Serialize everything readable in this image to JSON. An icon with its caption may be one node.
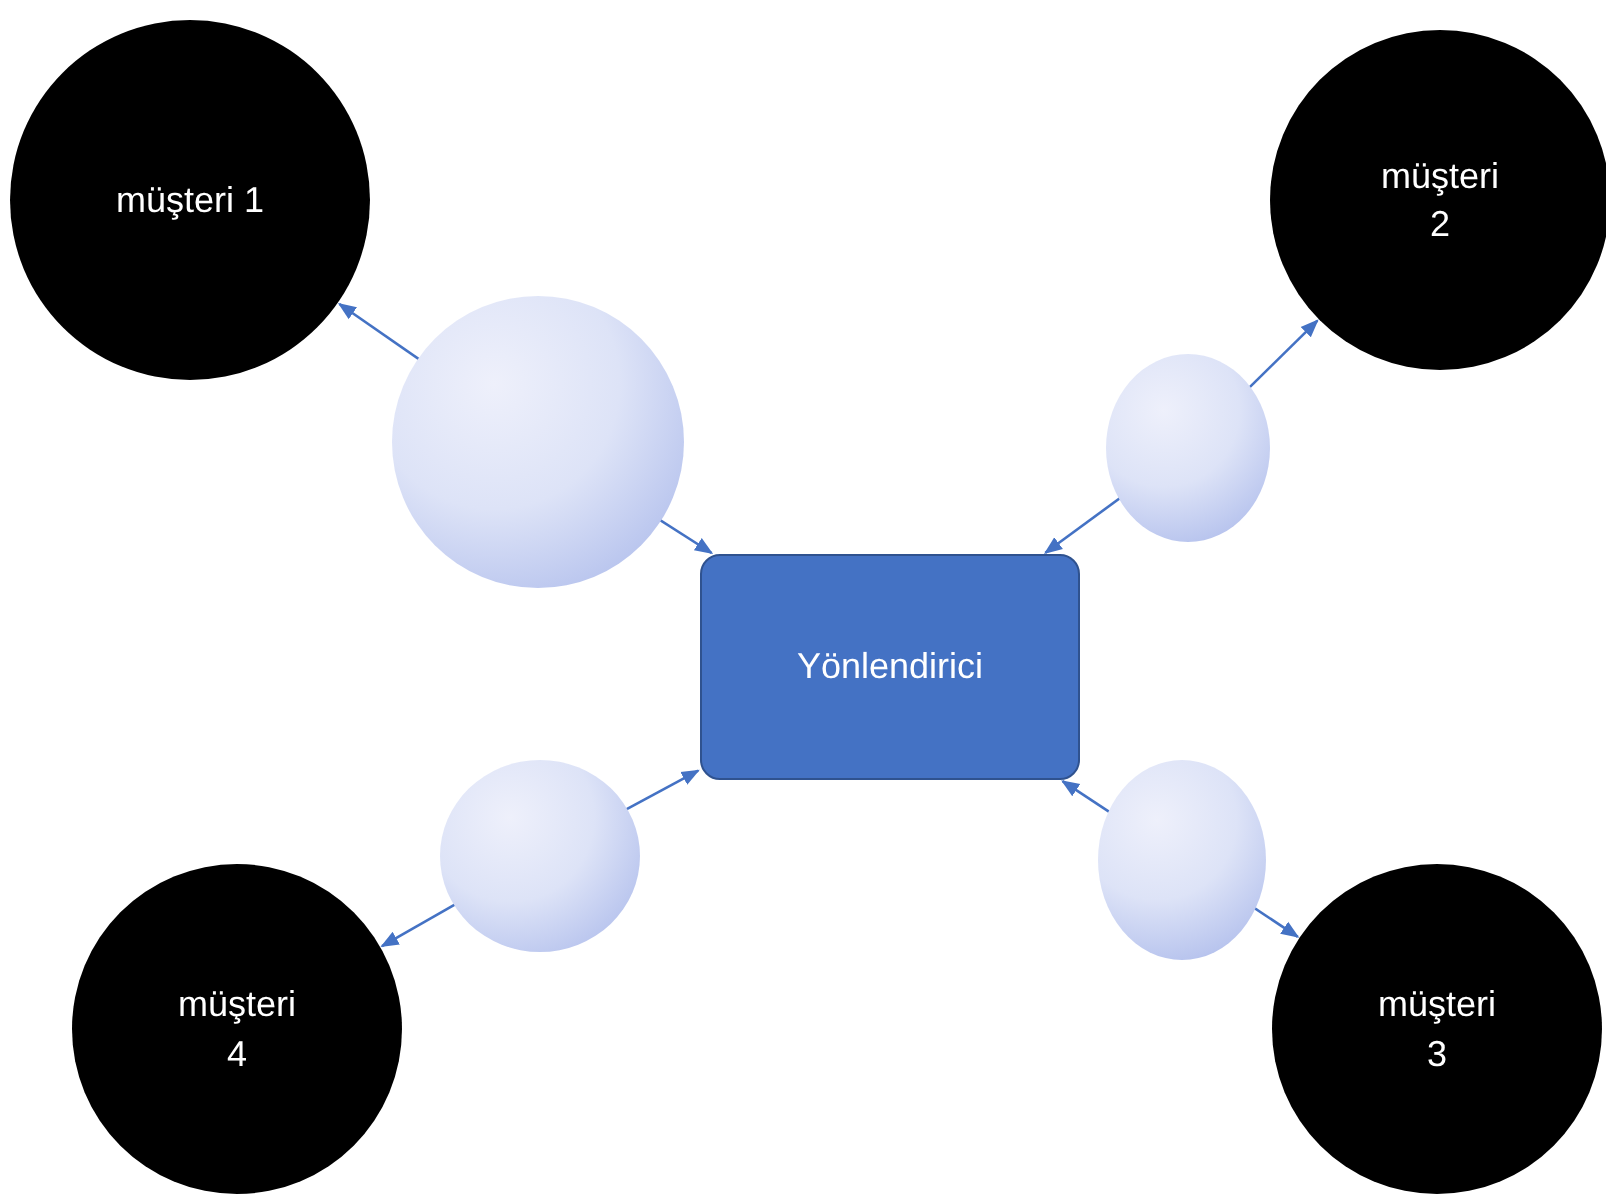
{
  "diagram": {
    "nodes": [
      {
        "text": [
          "müşteri 1"
        ]
      },
      {
        "text": [
          "müşteri 2"
        ]
      },
      {
        "text": [],
        "shape": "circle"
      },
      {
        "text": [],
        "shape": "circle"
      },
      {
        "text": [
          "Yönlendirici"
        ]
      },
      {
        "text": [],
        "shape": "circle"
      },
      {
        "text": [],
        "shape": "circle"
      },
      {
        "text": [
          "müşteri 4"
        ]
      },
      {
        "text": [
          "müşteri 3"
        ]
      }
    ],
    "edges": [
      {
        "from": 2,
        "to": 0,
        "arrow": "to"
      },
      {
        "from": 2,
        "to": 4,
        "arrow": "to"
      },
      {
        "from": 3,
        "to": 1,
        "arrow": "to"
      },
      {
        "from": 3,
        "to": 4,
        "arrow": "to"
      },
      {
        "from": 5,
        "to": 4,
        "arrow": "to"
      },
      {
        "from": 5,
        "to": 7,
        "arrow": "to"
      },
      {
        "from": 6,
        "to": 4,
        "arrow": "to"
      },
      {
        "from": 6,
        "to": 8,
        "arrow": "to"
      }
    ]
  }
}
